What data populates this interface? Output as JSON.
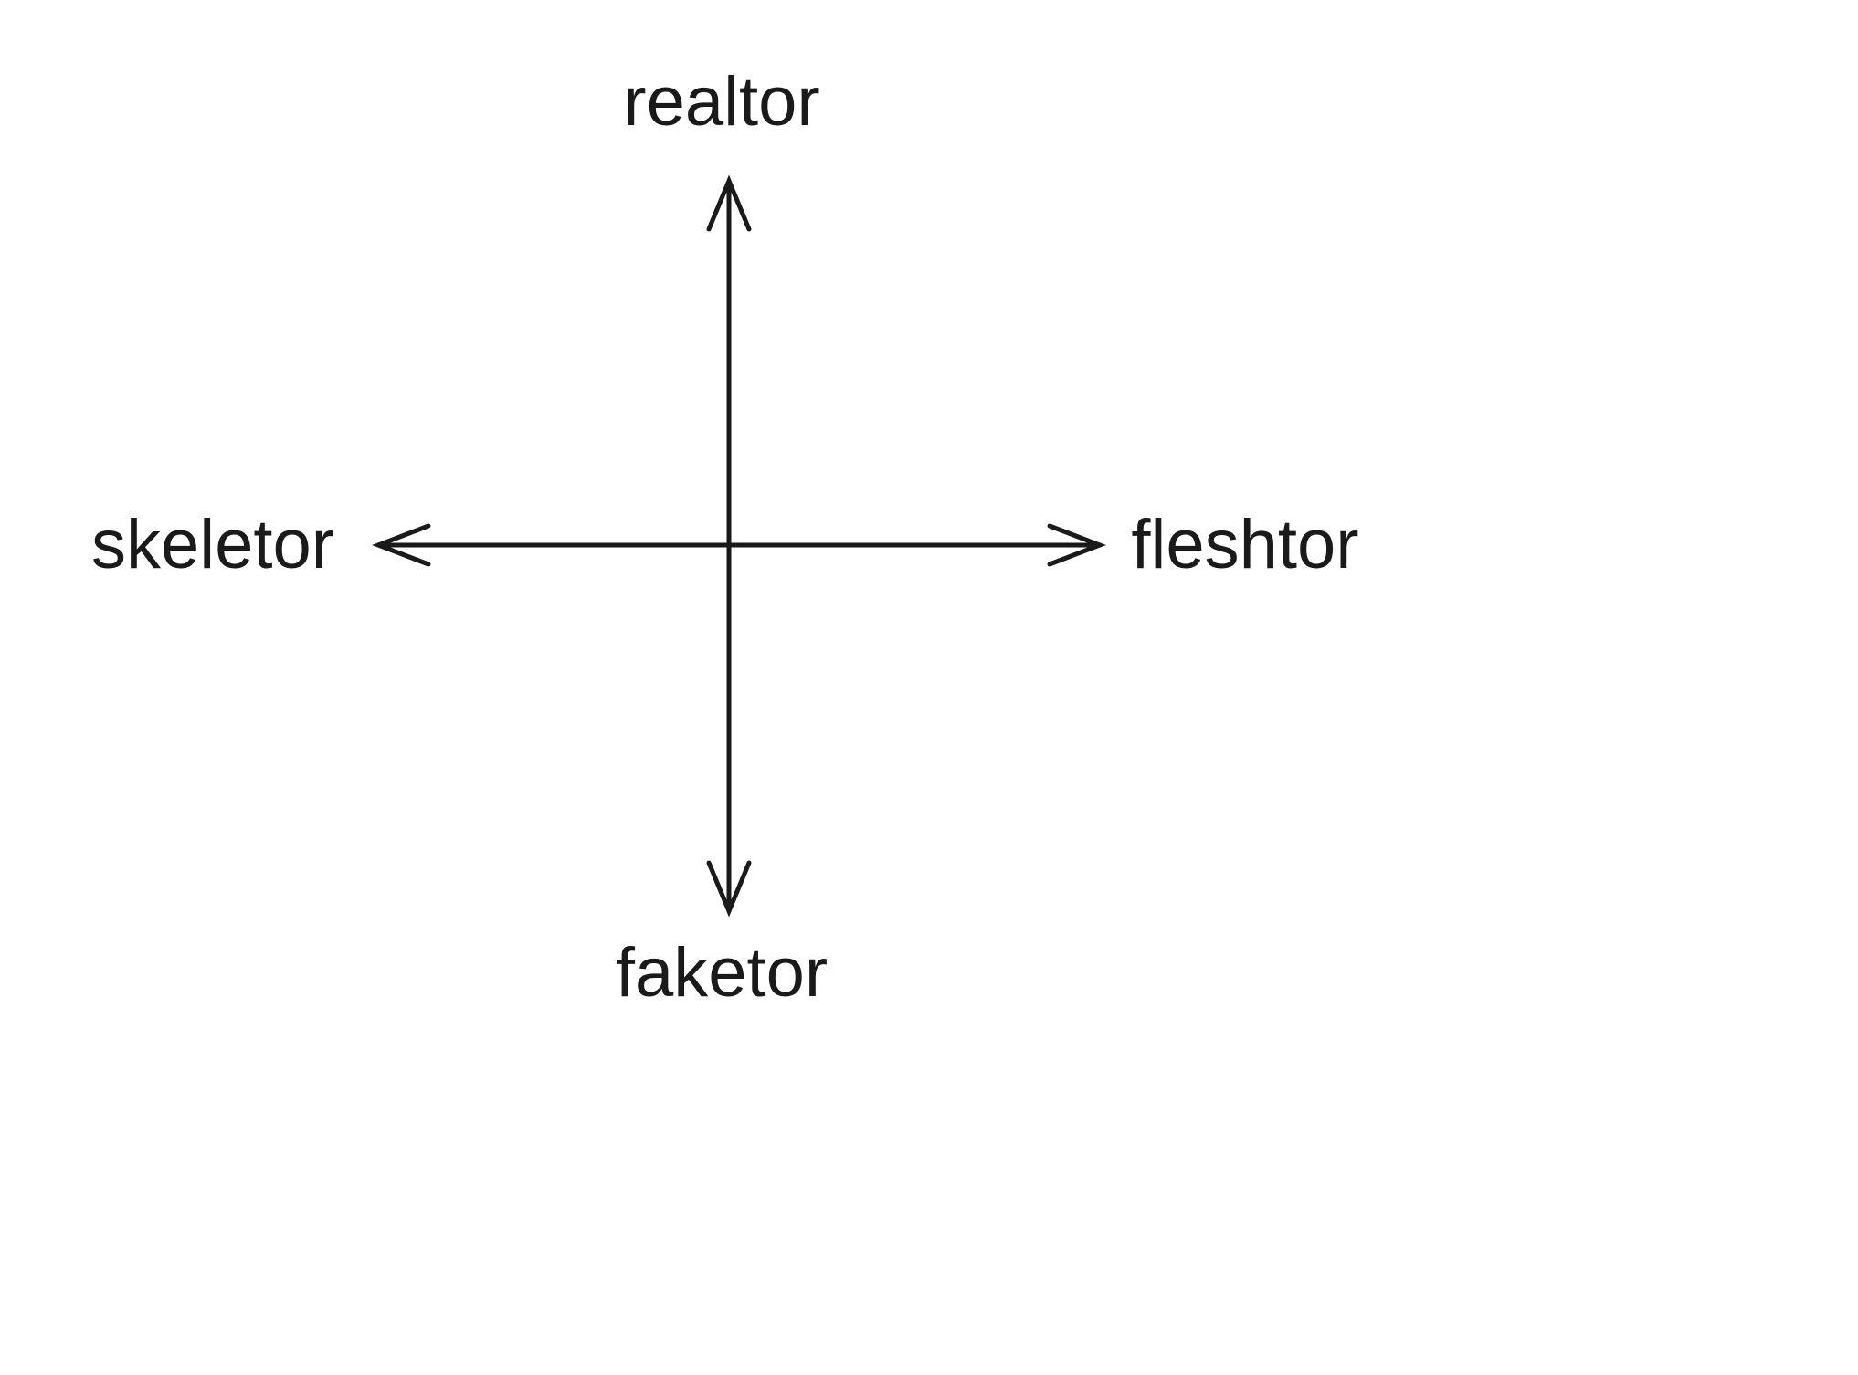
{
  "diagram": {
    "type": "two-axis cross diagram",
    "labels": {
      "top": "realtor",
      "bottom": "faketor",
      "left": "skeletor",
      "right": "fleshtor"
    },
    "colors": {
      "background": "#ffffff",
      "line": "#1a1a1a",
      "text": "#1a1a1a"
    }
  }
}
